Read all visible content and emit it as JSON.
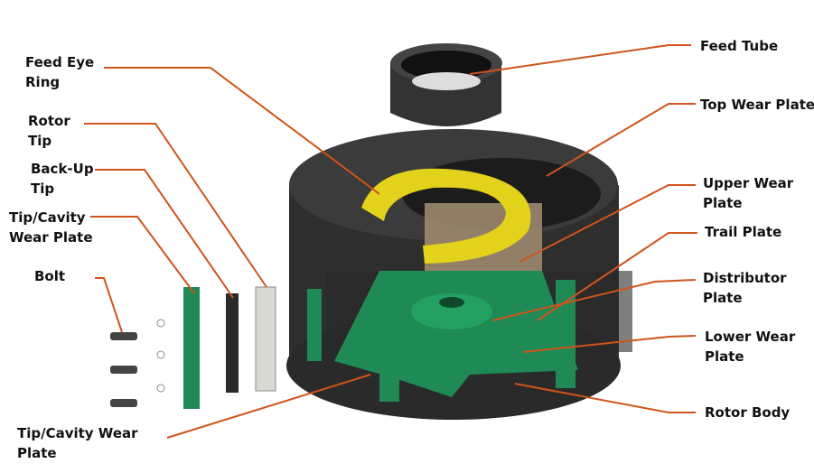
{
  "line_color": "#d0541c",
  "labels": {
    "feed_tube": "Feed Tube",
    "top_wear_plate": "Top Wear Plate",
    "upper_wear_plate": "Upper Wear\nPlate",
    "trail_plate": "Trail Plate",
    "distributor_plate": "Distributor\nPlate",
    "lower_wear_plate": "Lower Wear\nPlate",
    "rotor_body": "Rotor Body",
    "feed_eye_ring": "Feed Eye\nRing",
    "rotor_tip": "Rotor\nTip",
    "back_up_tip": "Back-Up\nTip",
    "tip_cavity_wear_plate": "Tip/Cavity\nWear Plate",
    "bolt": "Bolt",
    "tip_cavity_wear_plate_bottom": "Tip/Cavity Wear\nPlate"
  },
  "part_colors": {
    "body": "#3a3a3a",
    "feed_eye_ring": "#e3d21c",
    "green_parts": "#1f8a55",
    "rotor_tip": "#d9d9d4",
    "trail_plate": "#9c8a6e"
  }
}
